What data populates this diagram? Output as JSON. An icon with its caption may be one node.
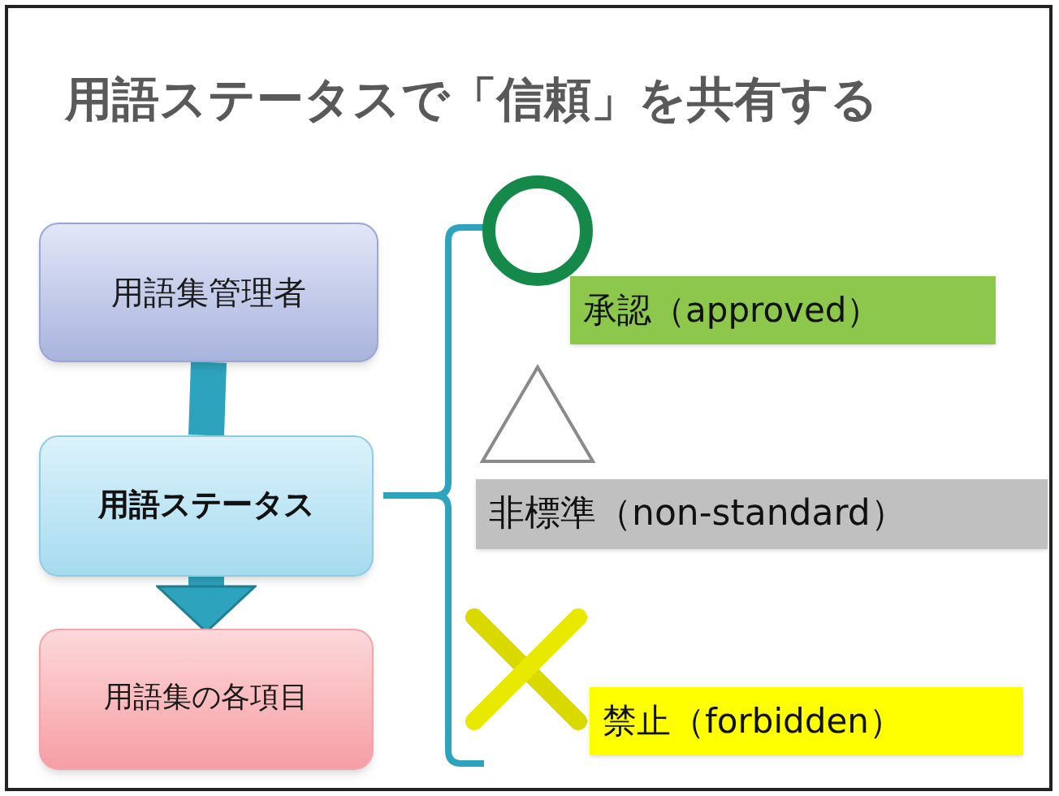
{
  "diagram": {
    "title": "用語ステータスで「信頼」を共有する",
    "nodes": [
      {
        "text": [
          "用語集管理者"
        ]
      },
      {
        "text": [
          "用語ステータス"
        ]
      },
      {
        "text": [
          "用語集の各項目"
        ]
      },
      {
        "text": [
          "承認（approved）"
        ]
      },
      {
        "text": [
          "非標準（non-standard）"
        ]
      },
      {
        "text": [
          "禁止（forbidden）"
        ]
      }
    ],
    "edges": [
      {
        "from": 0,
        "to": 1,
        "arrow": "none"
      },
      {
        "from": 1,
        "to": 2,
        "arrow": "to"
      }
    ]
  }
}
